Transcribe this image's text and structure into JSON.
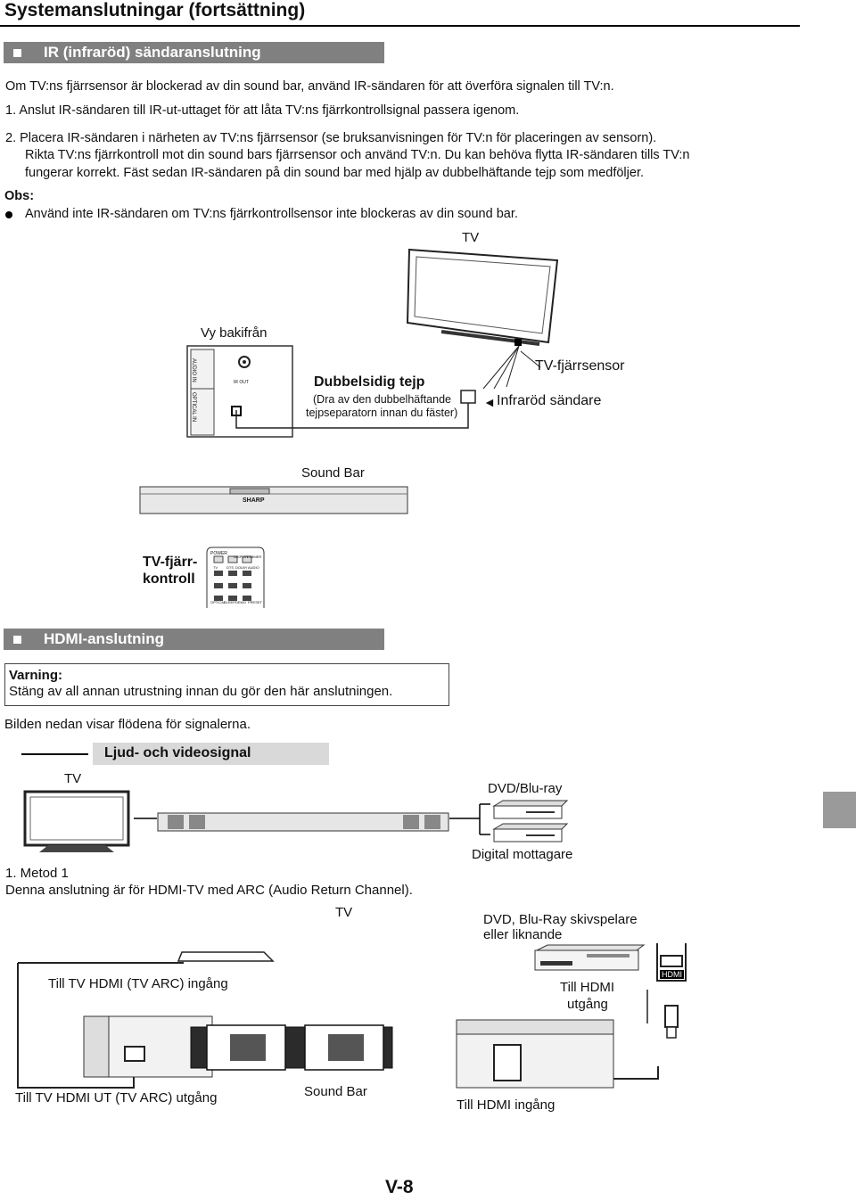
{
  "page": {
    "title": "Systemanslutningar (fortsättning)",
    "page_number": "V-8"
  },
  "ir_section": {
    "heading": "IR (infraröd) sändaranslutning",
    "intro": "Om TV:ns fjärrsensor är blockerad av din sound bar, använd IR-sändaren för att överföra signalen till TV:n.",
    "step1": "1.  Anslut IR-sändaren till IR-ut-uttaget för att låta TV:ns fjärrkontrollsignal passera igenom.",
    "step2_line1": "2.  Placera IR-sändaren i närheten av TV:ns fjärrsensor (se bruksanvisningen för TV:n för placeringen av sensorn).",
    "step2_line2": "Rikta TV:ns fjärrkontroll mot din sound bars fjärrsensor och använd TV:n. Du kan behöva flytta IR-sändaren tills TV:n",
    "step2_line3": "fungerar korrekt. Fäst sedan IR-sändaren på din sound bar med hjälp av dubbelhäftande tejp som medföljer.",
    "note_label": "Obs:",
    "note_bullet": "Använd inte IR-sändaren om TV:ns fjärrkontrollsensor inte blockeras av din sound bar.",
    "diagram": {
      "tv_label": "TV",
      "rear_view_label": "Vy bakifrån",
      "tape_title": "Dubbelsidig tejp",
      "tape_note_line1": "(Dra av den dubbelhäftande",
      "tape_note_line2": "tejpseparatorn innan du fäster)",
      "tv_sensor_label": "TV-fjärrsensor",
      "ir_emitter_label": "Infraröd sändare",
      "soundbar_label": "Sound Bar",
      "remote_label_line1": "TV-fjärr-",
      "remote_label_line2": "kontroll",
      "rear_panel_label1": "AUDIO IN",
      "rear_panel_label2": "OPTICAL IN",
      "rear_panel_ir": "IR OUT",
      "soundbar_brand": "SHARP",
      "remote_keys": [
        "POWER",
        "DISPLAY",
        "DIMMER",
        "TV",
        "DTS",
        "DOLBY",
        "AUDIO",
        "OPTICAL",
        "SLEEP",
        "DEMO",
        "PRESET"
      ]
    }
  },
  "hdmi_section": {
    "heading": "HDMI-anslutning",
    "warning_label": "Varning:",
    "warning_text": "Stäng av all annan utrustning innan du gör den här anslutningen.",
    "flow_intro": "Bilden nedan visar flödena för signalerna.",
    "legend_label": "Ljud- och videosignal",
    "tv_label": "TV",
    "dvd_label": "DVD/Blu-ray",
    "digital_receiver_label": "Digital mottagare",
    "method_title": "1. Metod 1",
    "method_desc": "Denna anslutning är för HDMI-TV med ARC (Audio Return Channel).",
    "tv_label2": "TV",
    "player_label_line1": "DVD, Blu-Ray skivspelare",
    "player_label_line2": "eller liknande",
    "tv_hdmi_in_label": "Till TV HDMI (TV ARC) ingång",
    "hdmi_out_label_line1": "Till HDMI",
    "hdmi_out_label_line2": "utgång",
    "hdmi_tag": "HDMI",
    "tv_hdmi_out_label": "Till TV HDMI UT (TV ARC) utgång",
    "soundbar_label": "Sound Bar",
    "hdmi_in_label": "Till HDMI ingång"
  },
  "colors": {
    "section_bar": "#808080",
    "legend_bar": "#d9d9d9",
    "side_tab": "#9a9a9a"
  }
}
